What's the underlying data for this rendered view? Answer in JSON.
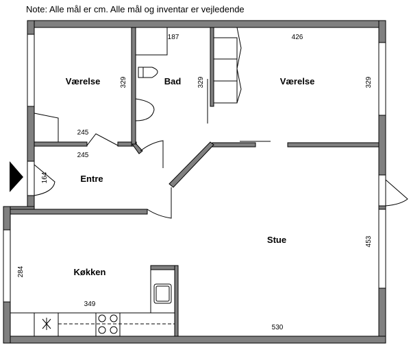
{
  "note": "Note: Alle mål er cm. Alle mål og inventar er vejledende",
  "rooms": {
    "vaerelse_left": "Værelse",
    "bad": "Bad",
    "vaerelse_right": "Værelse",
    "entre": "Entre",
    "stue": "Stue",
    "kokken": "Køkken"
  },
  "dimensions": {
    "bad_width": "187",
    "vaerelse_left_height": "329",
    "bad_height": "329",
    "vaerelse_right_width": "426",
    "vaerelse_right_height": "329",
    "vaerelse_left_width": "245",
    "entre_width": "245",
    "entre_height": "164",
    "stue_height": "453",
    "kokken_height": "284",
    "kokken_width": "349",
    "stue_width": "530"
  }
}
